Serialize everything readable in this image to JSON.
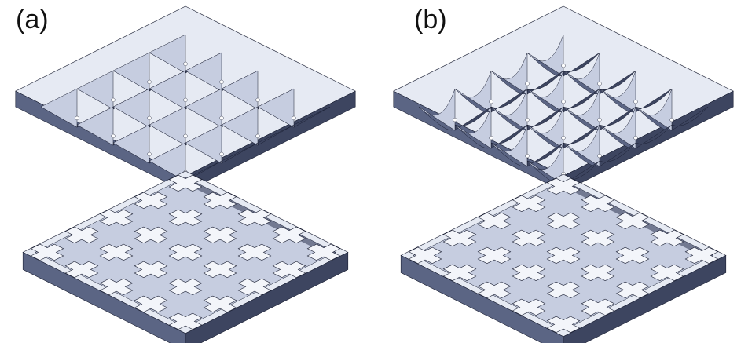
{
  "figure": {
    "panels": [
      {
        "label": "(a)",
        "insert_shape": "pyramid"
      },
      {
        "label": "(b)",
        "insert_shape": "curved"
      }
    ],
    "colors": {
      "top_face": "#e6eaf3",
      "front_face": "#5b6584",
      "side_face": "#3d4560",
      "cavity_light": "#c6cde0",
      "cavity_dark": "#2e3550",
      "outline": "#1a1f33"
    }
  }
}
